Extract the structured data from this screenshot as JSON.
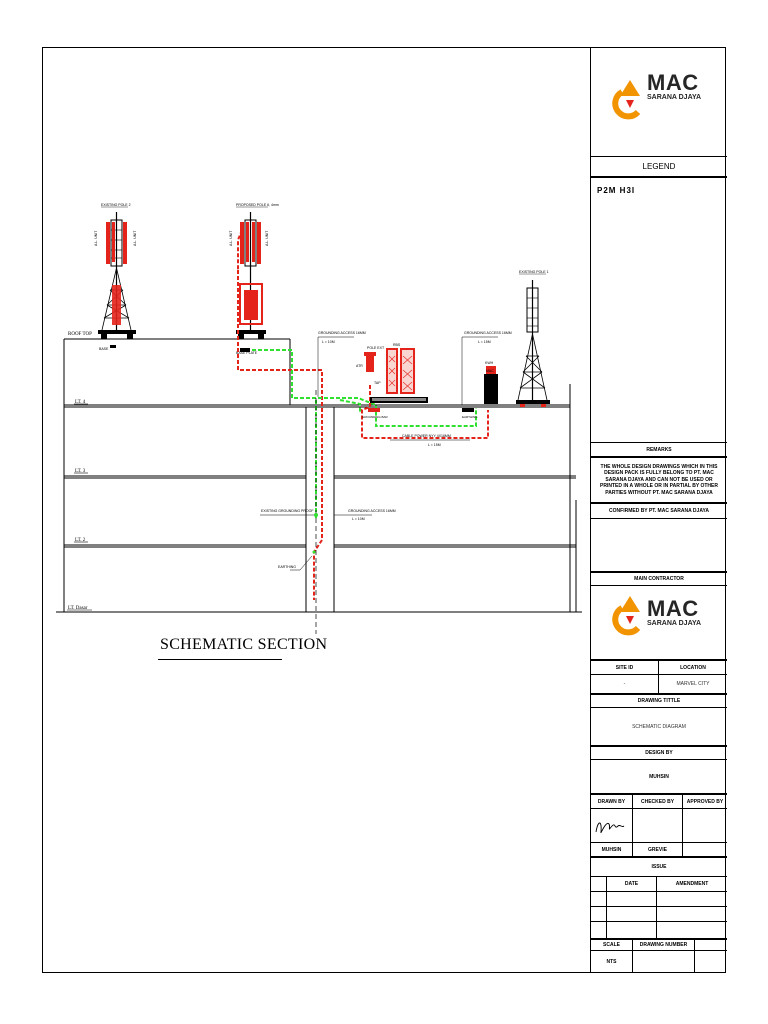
{
  "drawing": {
    "title": "SCHEMATIC SECTION",
    "levels": {
      "roof": "ROOF TOP",
      "lt4": "LT. 4",
      "lt3": "LT. 3",
      "lt2": "LT. 2",
      "lt1": "LT. Dasar"
    },
    "labels": {
      "existing_pole_2": "EXISTING POLE 2",
      "proposed_pole": "PROPOSED POLE 6, 4mm",
      "existing_pole_1": "EXISTING POLE 1",
      "grounding_access_1": "GROUNDING ACCESS 16MM",
      "grounding_access_2": "GROUNDING ACCESS 16MM",
      "grounding_access_3": "GROUNDING ACCESS 16MM",
      "existing_grounding": "EXISTING GROUNDING PROOF",
      "cable_power": "CABLE POWER NYY 4X16MM",
      "l_value_1": "L = 10M",
      "l_value_2": "L = 15M",
      "l_value_3": "L = 15M",
      "l_value_4": "L = 10M",
      "pole_ext": "POLE EXT",
      "atr": "ATR",
      "rbs": "RBS",
      "mac": "MAC",
      "ac_unit_1": "A.L. UNIT",
      "ac_unit_2": "A.L. UNIT",
      "ac_unit_3": "A.L. UNIT",
      "ac_unit_4": "A.L. UNIT",
      "tap": "TAP",
      "grounding_bar": "GROUNDING BAR",
      "kwh": "KWH",
      "base": "BASE",
      "base_plate": "BASE PLATE",
      "earthing": "EARTHING"
    }
  },
  "title_block": {
    "company_logo": {
      "name": "MAC",
      "sub": "SARANA DJAYA"
    },
    "legend_title": "LEGEND",
    "legend_item": "P2M H3I",
    "remarks_title": "REMARKS",
    "remarks_text": "THE WHOLE DESIGN DRAWINGS WHICH IN THIS DESIGN PACK IS FULLY BELONG TO PT. MAC SARANA DJAYA AND CAN NOT BE USED OR PRINTED IN A WHOLE OR IN PARTIAL BY OTHER PARTIES WITHOUT PT. MAC SARANA DJAYA",
    "confirmed_by": "CONFIRMED BY PT. MAC SARANA DJAYA",
    "main_contractor": "MAIN CONTRACTOR",
    "contractor_logo": {
      "name": "MAC",
      "sub": "SARANA DJAYA"
    },
    "site_id_label": "SITE ID",
    "location_label": "LOCATION",
    "site_id_value": "-",
    "location_value": "MARVEL CITY",
    "drawing_title_label": "DRAWING TITTLE",
    "drawing_title_value": "SCHEMATIC DIAGRAM",
    "design_by_label": "DESIGN BY",
    "design_by_value": "MUHSIN",
    "drawn_by_label": "DRAWN BY",
    "checked_by_label": "CHECKED BY",
    "approved_by_label": "APPROVED BY",
    "drawn_name": "MUHSIN",
    "checked_name": "GREVIE",
    "issue_label": "ISSUE",
    "date_label": "DATE",
    "amendment_label": "AMENDMENT",
    "scale_label": "SCALE",
    "scale_value": "NTS",
    "drawing_number_label": "DRAWING NUMBER",
    "drawing_number_value": ""
  },
  "colors": {
    "power_cable": "#e4231b",
    "grounding_cable": "#2fe02f",
    "line": "#000000",
    "logo_orange": "#f29400",
    "logo_dark": "#262626"
  }
}
